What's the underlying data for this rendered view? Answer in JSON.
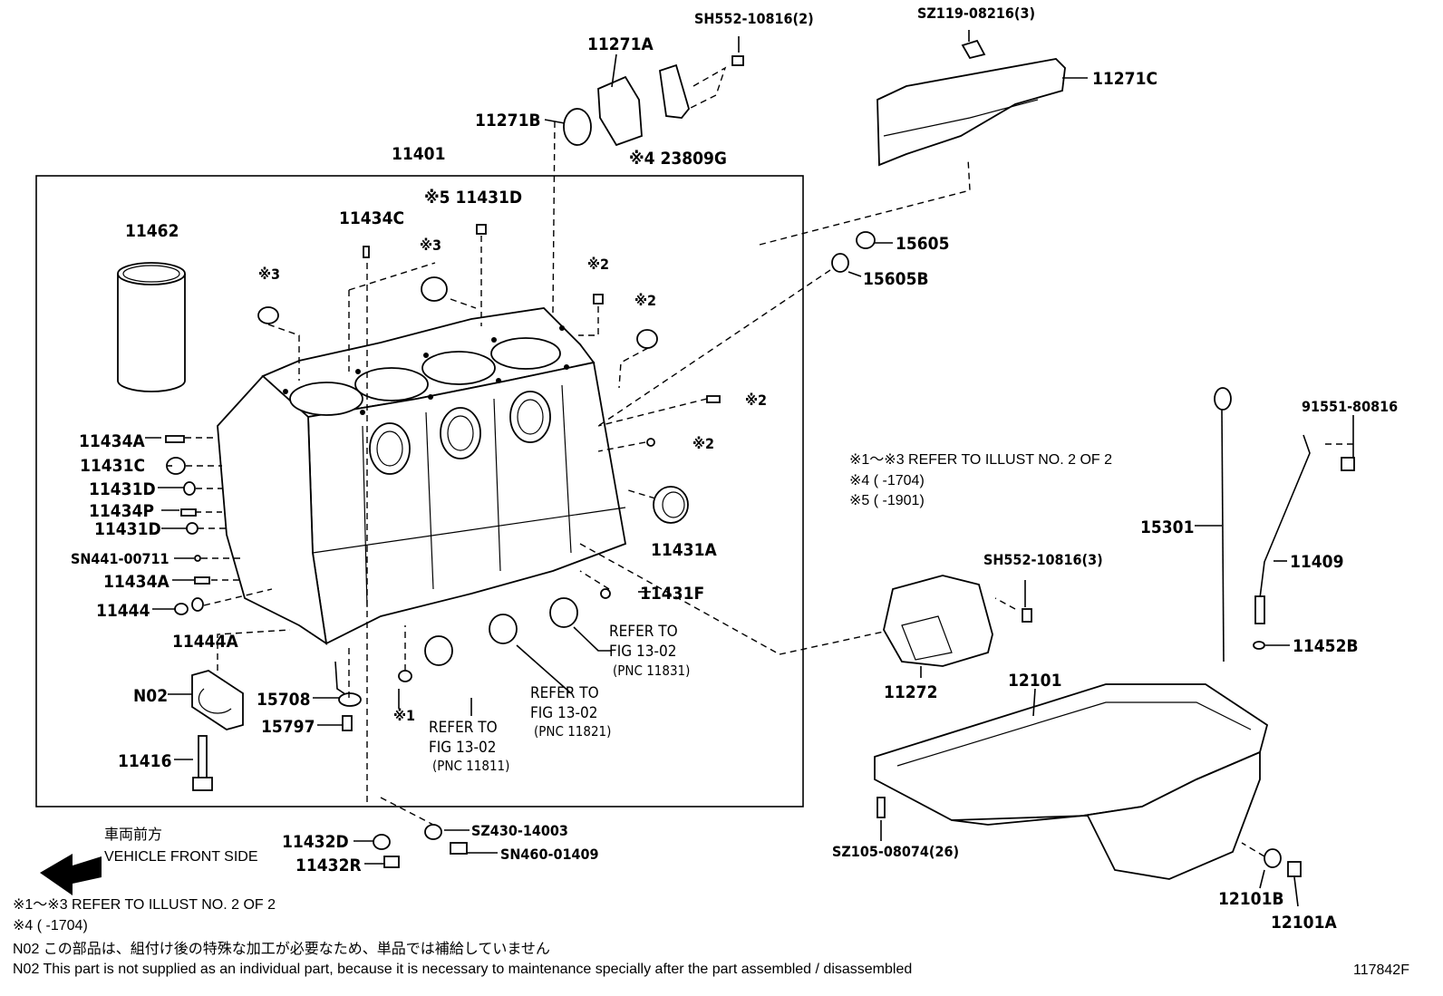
{
  "labels": {
    "p11271A": "11271A",
    "p11271B": "11271B",
    "p11271C": "11271C",
    "sh552_2": "SH552-10816(2)",
    "sz119": "SZ119-08216(3)",
    "p23809G": "※4 23809G",
    "p11401": "11401",
    "p11431D_top": "※5 11431D",
    "p11434C": "11434C",
    "p11462": "11462",
    "m3_left": "※3",
    "m3_mid": "※3",
    "m2_a": "※2",
    "m2_b": "※2",
    "m2_c": "※2",
    "m2_d": "※2",
    "p15605": "15605",
    "p15605B": "15605B",
    "p11434A_1": "11434A",
    "p11431C": "11431C",
    "p11431D_1": "11431D",
    "p11434P": "11434P",
    "p11431D_2": "11431D",
    "sn441": "SN441-00711",
    "p11434A_2": "11434A",
    "p11444": "11444",
    "p11444A": "11444A",
    "p11431A": "11431A",
    "p11431F": "11431F",
    "n02": "N02",
    "p15708": "15708",
    "p15797": "15797",
    "p11416": "11416",
    "m1": "※1",
    "p15301": "15301",
    "p11409": "11409",
    "p91551": "91551-80816",
    "p11452B": "11452B",
    "sh552_3": "SH552-10816(3)",
    "p11272": "11272",
    "p12101": "12101",
    "sz105": "SZ105-08074(26)",
    "p12101B": "12101B",
    "p12101A": "12101A",
    "p11432D": "11432D",
    "p11432R": "11432R",
    "sz430": "SZ430-14003",
    "sn460": "SN460-01409"
  },
  "refs": [
    {
      "line1": "REFER TO",
      "line2": "FIG 13-02",
      "pnc": "(PNC 11831)"
    },
    {
      "line1": "REFER TO",
      "line2": "FIG 13-02",
      "pnc": "(PNC 11821)"
    },
    {
      "line1": "REFER TO",
      "line2": "FIG 13-02",
      "pnc": "(PNC 11811)"
    }
  ],
  "legend_right": {
    "line1": "※1～※3  REFER TO ILLUST NO. 2 OF 2",
    "line2": "※4 (        -1704)",
    "line3": "※5 (        -1901)"
  },
  "front": {
    "jp": "車両前方",
    "en": "VEHICLE FRONT SIDE"
  },
  "footer": {
    "line1": "※1～※3  REFER TO ILLUST NO. 2 OF 2",
    "line2": "※4 (        -1704)",
    "line3": "N02  この部品は、組付け後の特殊な加工が必要なため、単品では補給していません",
    "line4": "N02  This part is not supplied as an individual part, because it is necessary to maintenance specially after the part assembled / disassembled"
  },
  "figure_id": "117842F"
}
